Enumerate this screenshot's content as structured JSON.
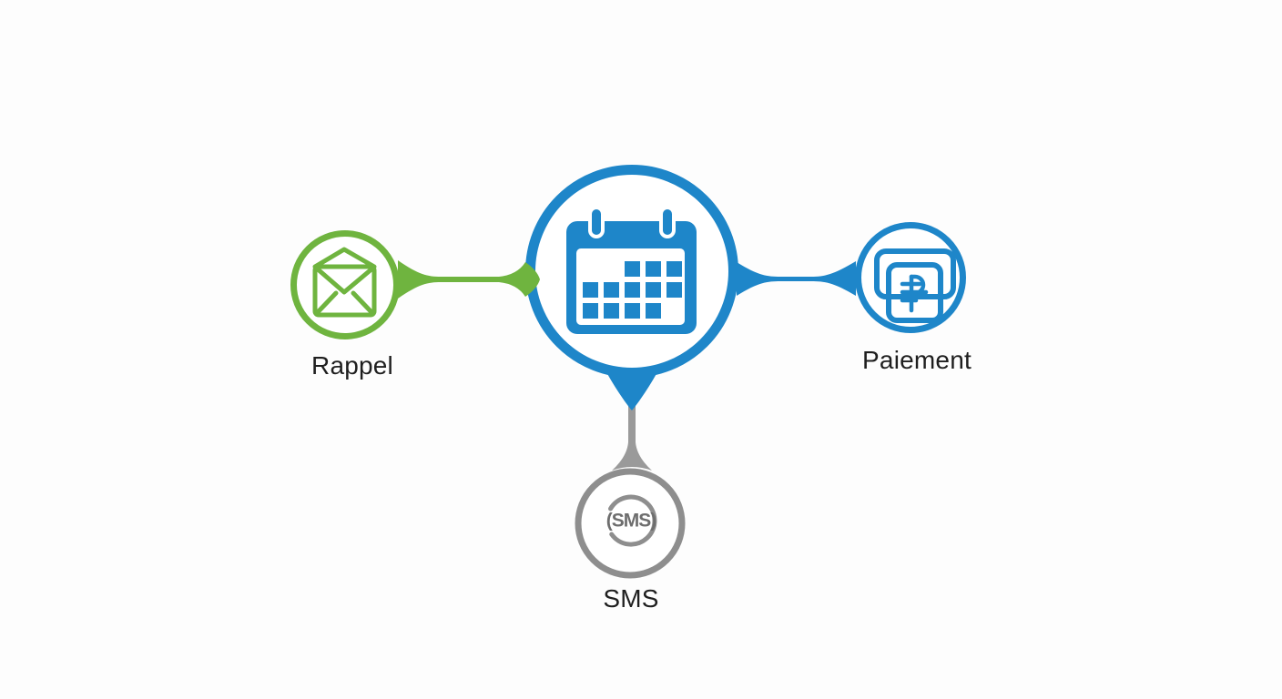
{
  "diagram": {
    "type": "hub-and-spoke",
    "center_node": {
      "id": "calendar",
      "icon": "calendar-icon"
    },
    "nodes": {
      "left": {
        "label": "Rappel",
        "icon": "open-envelope-icon"
      },
      "right": {
        "label": "Paiement",
        "icon": "payment-card-icon"
      },
      "bottom": {
        "label": "SMS",
        "icon": "sms-ring-icon",
        "icon_text": "(SMS)"
      }
    },
    "connectors": [
      {
        "from": "left",
        "to": "center",
        "color": "#6fb43f"
      },
      {
        "from": "center",
        "to": "right",
        "color": "#1e86c9"
      },
      {
        "from": "center",
        "to": "bottom",
        "color": "#9a9a9a"
      }
    ],
    "colors": {
      "green": "#6fb43f",
      "blue": "#1e86c9",
      "gray": "#8e8e8e",
      "stem-gray": "#9a9a9a",
      "icon-gray": "#6e6e6e",
      "label": "#1f1f1f",
      "background": "#fdfdfd"
    }
  }
}
